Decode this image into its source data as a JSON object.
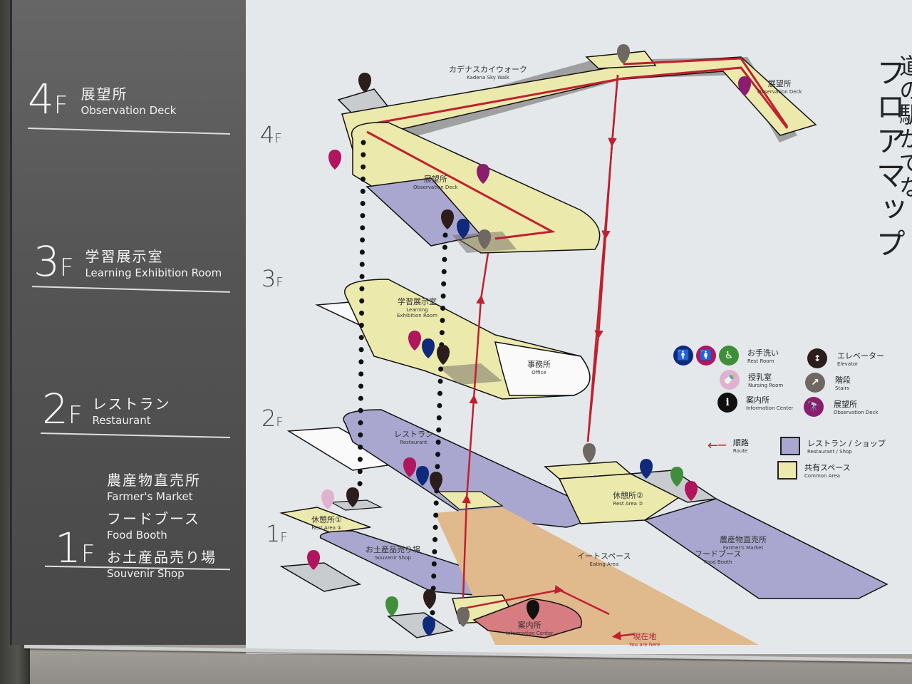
{
  "sign": {
    "title_vertical_small": "道の駅かでな",
    "title_vertical_large": "フロアマップ",
    "colors": {
      "panel_bg": "#555555",
      "map_bg": "#e4e8eb",
      "common_area": "#ece9ad",
      "restaurant_shop": "#a9a7cf",
      "eating_area": "#e0b98c",
      "info_center": "#d77c80",
      "route": "#c0202e",
      "restroom_men": "#0f2a7a",
      "restroom_women": "#b0155e",
      "accessible": "#3f8f3a",
      "nursing": "#e0b2cf",
      "elevator": "#2a1d1b",
      "stairs": "#6e6762",
      "observation": "#8a1d6e",
      "info": "#111111"
    }
  },
  "directory": [
    {
      "floor": "4",
      "suffix": "F",
      "items": [
        {
          "jp": "展望所",
          "en": "Observation Deck"
        }
      ]
    },
    {
      "floor": "3",
      "suffix": "F",
      "items": [
        {
          "jp": "学習展示室",
          "en": "Learning Exhibition Room"
        }
      ]
    },
    {
      "floor": "2",
      "suffix": "F",
      "items": [
        {
          "jp": "レストラン",
          "en": "Restaurant"
        }
      ]
    },
    {
      "floor": "1",
      "suffix": "F",
      "items": [
        {
          "jp": "農産物直売所",
          "en": "Farmer's Market"
        },
        {
          "jp": "フードブース",
          "en": "Food Booth"
        },
        {
          "jp": "お土産品売り場",
          "en": "Souvenir Shop"
        }
      ]
    }
  ],
  "map": {
    "floor_labels": [
      {
        "num": "4",
        "suffix": "F"
      },
      {
        "num": "3",
        "suffix": "F"
      },
      {
        "num": "2",
        "suffix": "F"
      },
      {
        "num": "1",
        "suffix": "F"
      }
    ],
    "areas": {
      "skywalk": {
        "jp": "カデナスカイウォーク",
        "en": "Kadena Sky Walk"
      },
      "obs_deck_right": {
        "jp": "展望所",
        "en": "Observation Deck"
      },
      "obs_deck_4f": {
        "jp": "展望所",
        "en": "Observation Deck"
      },
      "learning_room": {
        "jp": "学習展示室",
        "en1": "Learning",
        "en2": "Exhibition Room"
      },
      "office": {
        "jp": "事務所",
        "en": "Office"
      },
      "restaurant": {
        "jp": "レストラン",
        "en": "Restaurant"
      },
      "rest_area_1": {
        "jp": "休憩所①",
        "en": "Rest Area ①"
      },
      "rest_area_2": {
        "jp": "休憩所②",
        "en": "Rest Area ②"
      },
      "souvenir": {
        "jp": "お土産品売り場",
        "en": "Souvenir Shop"
      },
      "eating": {
        "jp": "イートスペース",
        "en": "Eating Area"
      },
      "farmers": {
        "jp": "農産物直売所",
        "en": "Farmer's Market"
      },
      "food_booth": {
        "jp": "フードブース",
        "en": "Food Booth"
      },
      "info_center": {
        "jp": "案内所",
        "en": "Information Center"
      },
      "you_are_here": {
        "jp": "現在地",
        "en": "You are here"
      }
    }
  },
  "legend": {
    "restroom": {
      "jp": "お手洗い",
      "en": "Rest Room"
    },
    "nursing": {
      "jp": "授乳室",
      "en": "Nursing Room"
    },
    "info": {
      "jp": "案内所",
      "en": "Information Center",
      "glyph": "i"
    },
    "elevator": {
      "jp": "エレベーター",
      "en": "Elevator"
    },
    "stairs": {
      "jp": "階段",
      "en": "Stairs"
    },
    "observation": {
      "jp": "展望所",
      "en": "Observation Deck"
    },
    "route": {
      "jp": "順路",
      "en": "Route"
    },
    "restaurant_shop": {
      "jp": "レストラン / ショップ",
      "en": "Restaurant / Shop"
    },
    "common_area": {
      "jp": "共有スペース",
      "en": "Common Area"
    }
  }
}
